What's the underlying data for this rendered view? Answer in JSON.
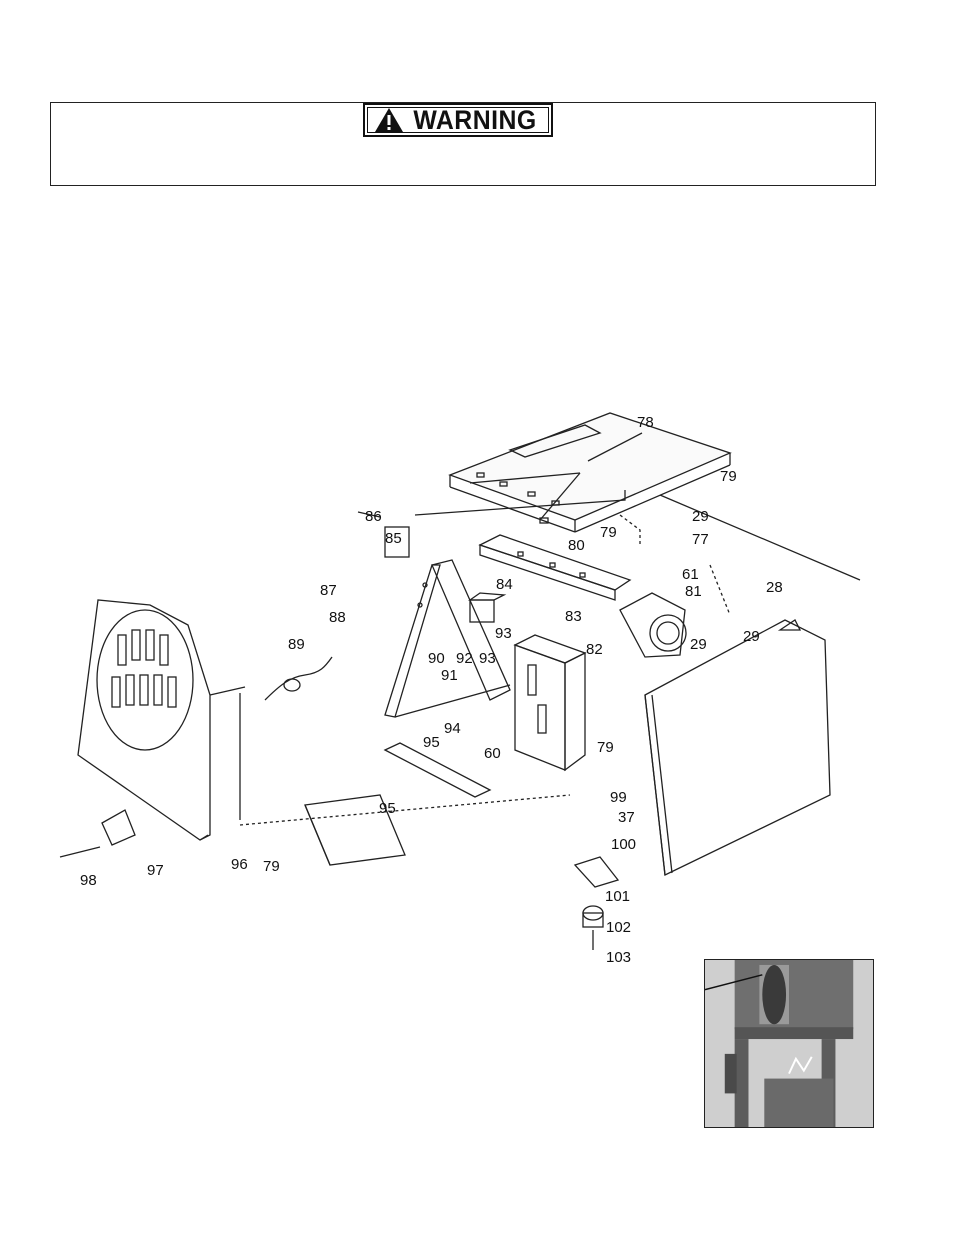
{
  "warning": {
    "label": "WARNING",
    "icon": "warning-triangle-icon"
  },
  "diagram": {
    "callouts": [
      {
        "id": "c78",
        "text": "78"
      },
      {
        "id": "c79a",
        "text": "79"
      },
      {
        "id": "c29a",
        "text": "29"
      },
      {
        "id": "c86",
        "text": "86"
      },
      {
        "id": "c85",
        "text": "85"
      },
      {
        "id": "c79b",
        "text": "79"
      },
      {
        "id": "c80",
        "text": "80"
      },
      {
        "id": "c77",
        "text": "77"
      },
      {
        "id": "c87",
        "text": "87"
      },
      {
        "id": "c84",
        "text": "84"
      },
      {
        "id": "c61",
        "text": "61"
      },
      {
        "id": "c28",
        "text": "28"
      },
      {
        "id": "c88",
        "text": "88"
      },
      {
        "id": "c83",
        "text": "83"
      },
      {
        "id": "c81",
        "text": "81"
      },
      {
        "id": "c93a",
        "text": "93"
      },
      {
        "id": "c29b",
        "text": "29"
      },
      {
        "id": "c29c",
        "text": "29"
      },
      {
        "id": "c89",
        "text": "89"
      },
      {
        "id": "c90",
        "text": "90"
      },
      {
        "id": "c92",
        "text": "92"
      },
      {
        "id": "c93b",
        "text": "93"
      },
      {
        "id": "c82",
        "text": "82"
      },
      {
        "id": "c91",
        "text": "91"
      },
      {
        "id": "c94",
        "text": "94"
      },
      {
        "id": "c79c",
        "text": "79"
      },
      {
        "id": "c95a",
        "text": "95"
      },
      {
        "id": "c60",
        "text": "60"
      },
      {
        "id": "c99",
        "text": "99"
      },
      {
        "id": "c95b",
        "text": "95"
      },
      {
        "id": "c37",
        "text": "37"
      },
      {
        "id": "c100",
        "text": "100"
      },
      {
        "id": "c98",
        "text": "98"
      },
      {
        "id": "c97",
        "text": "97"
      },
      {
        "id": "c96",
        "text": "96"
      },
      {
        "id": "c79d",
        "text": "79"
      },
      {
        "id": "c101",
        "text": "101"
      },
      {
        "id": "c102",
        "text": "102"
      },
      {
        "id": "c103",
        "text": "103"
      }
    ]
  }
}
